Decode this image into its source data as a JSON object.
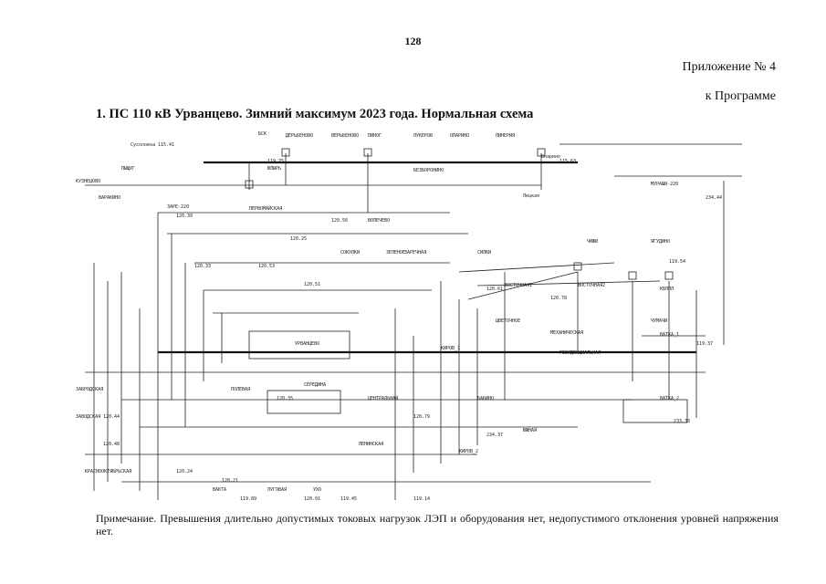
{
  "page": {
    "number": "128"
  },
  "header": {
    "appendix": "Приложение № 4",
    "program": "к Программе"
  },
  "title": "1. ПС 110 кВ Урванцево. Зимний максимум 2023 года. Нормальная схема",
  "scheme": {
    "labels": [
      "БСК",
      "ДЕРЬБЕНОВО",
      "ВЕРЬБЕНОВО",
      "ПИНОГ",
      "ЛУКЕРОВ",
      "ОПАРИНО",
      "ПИНЕРИЯ",
      "Сусоловка",
      "ПЫЩУГ",
      "БЕЗБОРОНИНО",
      "ЮЛЫРЬ",
      "КУЗНЕЦОВО",
      "ВАРАКИНО",
      "Опарино",
      "Лецкая",
      "МУРАШИ-220",
      "ЗАРЕ-220",
      "ПЕРВОМАЙСКАЯ",
      "ВОЛЕЧЕВО",
      "ЗАБРОДСКАЯ",
      "СОКОЛКИ",
      "ЗЕЛЕНОЕ",
      "ЧИЖИ",
      "СИЛКИ",
      "ЯГУДИНО",
      "ВОСТОЧНАЯ1",
      "ВОСТОЧНАЯ2",
      "КВЛПЛ",
      "ВАТКА_1",
      "ВАТКА_2",
      "МЕХАНИЧЕСКАЯ",
      "УРВАНЦЕВО",
      "РЕЗИДЕНЦИАЛЬНАЯ",
      "ЧУМАЧИ",
      "ЦВЕТОЧНОЕ",
      "КИРОВ_2",
      "ЗАВОДСКАЯ",
      "ЛЕНИНСКАЯ",
      "КИРОВ_1",
      "БАБИНО",
      "ЮЖНАЯ",
      "ЗАРЕЧНАЯ",
      "КРАСНООКТЯБРЬСКАЯ",
      "ВАКТА",
      "ЛУГОВАЯ",
      "УХО",
      "ПОЛЕВАЯ",
      "ЦЕНТРАЛЬНАЯ",
      "СЕРЕДИНА"
    ],
    "values": [
      "115.41",
      "119.75",
      "115.63",
      "234.44",
      "120.39",
      "120.56",
      "120.25",
      "120.33",
      "120.53",
      "120.51",
      "120.61",
      "120.78",
      "119.54",
      "119.37",
      "233.33",
      "234.37",
      "120.79",
      "120.35",
      "120.44",
      "120.48",
      "120.24",
      "120.21",
      "119.89",
      "120.01",
      "119.45",
      "119.14"
    ]
  },
  "note": "Примечание. Превышения длительно допустимых токовых нагрузок ЛЭП и оборудования нет, недопустимого отклонения уровней напряжения нет."
}
